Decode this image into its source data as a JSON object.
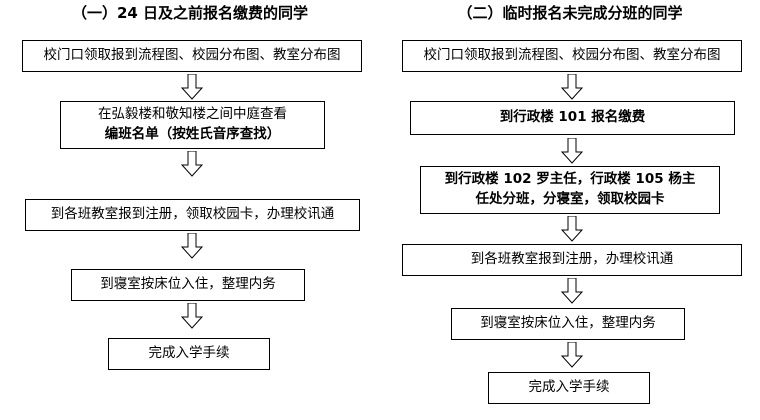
{
  "diagram": {
    "type": "flowchart",
    "columns": [
      {
        "id": "left",
        "title": "（一）24 日及之前报名缴费的同学",
        "nodes": [
          {
            "id": "l1",
            "lines": [
              "校门口领取报到流程图、校园分布图、教室分布图"
            ],
            "bold": false
          },
          {
            "id": "l2",
            "lines": [
              "在弘毅楼和敬知楼之间中庭查看",
              "编班名单（按姓氏音序查找）"
            ],
            "bold": true
          },
          {
            "id": "l3",
            "lines": [
              "到各班教室报到注册，领取校园卡，办理校讯通"
            ],
            "bold": false
          },
          {
            "id": "l4",
            "lines": [
              "到寝室按床位入住，整理内务"
            ],
            "bold": false
          },
          {
            "id": "l5",
            "lines": [
              "完成入学手续"
            ],
            "bold": false
          }
        ],
        "connectors": [
          "arrow-down",
          "arrow-down",
          "arrow-down",
          "arrow-down"
        ]
      },
      {
        "id": "right",
        "title": "（二）临时报名未完成分班的同学",
        "nodes": [
          {
            "id": "r1",
            "lines": [
              "校门口领取报到流程图、校园分布图、教室分布图"
            ],
            "bold": false
          },
          {
            "id": "r2",
            "lines": [
              "到行政楼 101 报名缴费"
            ],
            "bold": true
          },
          {
            "id": "r3",
            "lines": [
              "到行政楼 102 罗主任，行政楼 105 杨主",
              "任处分班，分寝室，领取校园卡"
            ],
            "bold": true
          },
          {
            "id": "r4",
            "lines": [
              "到各班教室报到注册，办理校讯通"
            ],
            "bold": false
          },
          {
            "id": "r5",
            "lines": [
              "到寝室按床位入住，整理内务"
            ],
            "bold": false
          },
          {
            "id": "r6",
            "lines": [
              "完成入学手续"
            ],
            "bold": false
          }
        ],
        "connectors": [
          "arrow-down",
          "arrow-down",
          "arrow-down",
          "arrow-down",
          "arrow-down"
        ]
      }
    ]
  },
  "colors": {
    "stroke": "#000000",
    "fill": "#ffffff",
    "text": "#000000"
  }
}
